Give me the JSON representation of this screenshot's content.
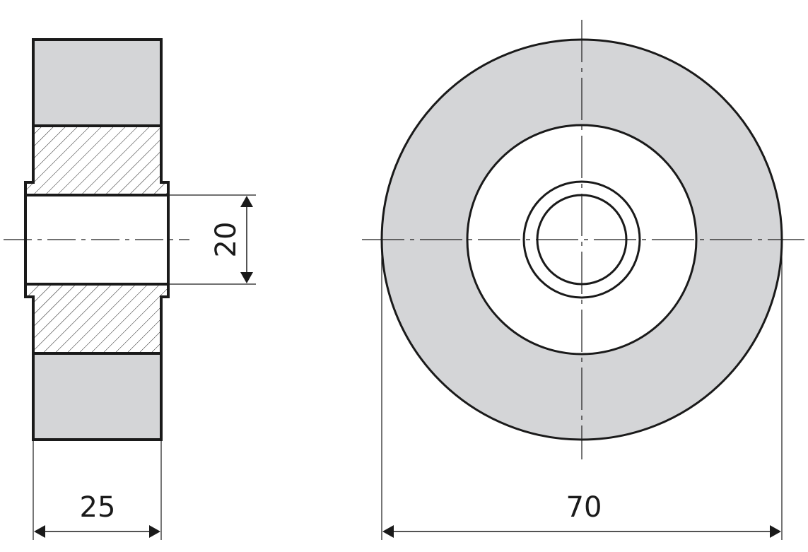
{
  "drawing": {
    "dimensions": {
      "width": "25",
      "bore_diameter": "20",
      "outer_diameter": "70"
    },
    "colors": {
      "line": "#1a1a1a",
      "fill_gray": "#d4d5d7",
      "background": "#ffffff"
    }
  }
}
